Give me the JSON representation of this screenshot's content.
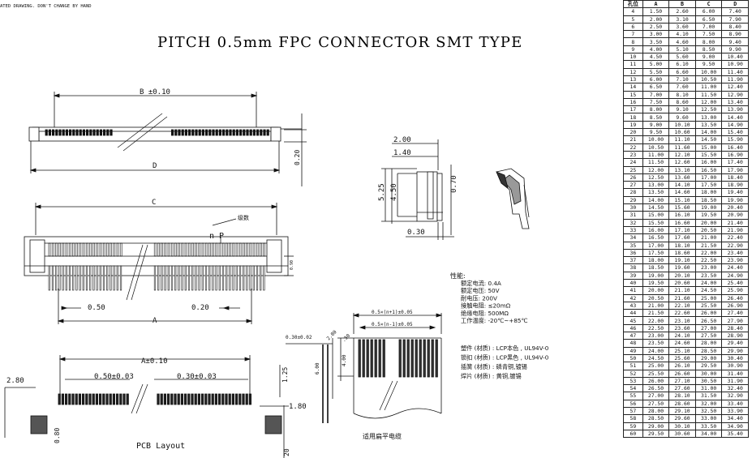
{
  "header": {
    "corner_note": "ATED DRAWING. DON'T CHANGE BY HAND",
    "title": "PITCH 0.5mm FPC CONNECTOR SMT TYPE"
  },
  "top_view": {
    "dim_b": "B ±0.10",
    "dim_d": "D",
    "dim_height": "0.20"
  },
  "front_view": {
    "dim_c": "C",
    "dim_np": "n P",
    "label_count": "级数",
    "dim_a": "A",
    "dim_050": "0.50",
    "dim_020": "0.20",
    "dim_side": "0.90"
  },
  "pcb_layout": {
    "dim_a": "A±0.10",
    "dim_pitch": "0.50±0.03",
    "dim_pad": "0.30±0.03",
    "dim_280": "2.80",
    "dim_125": "1.25",
    "dim_180": "1.80",
    "dim_080": "0.80",
    "dim_20": "20",
    "caption": "PCB Layout"
  },
  "side_view": {
    "dim_200": "2.00",
    "dim_140": "1.40",
    "dim_525": "5.25",
    "dim_450": "4.50",
    "dim_070": "0.70",
    "dim_030": "0.30"
  },
  "specs": {
    "heading": "性能:",
    "lines": [
      "额定电流: 0.4A",
      "额定电压: 50V",
      "耐电压: 200V",
      "接触电阻: ≤20mΩ",
      "绝缘电阻: 500MΩ",
      "工作温度: -20℃~+85℃"
    ],
    "materials": [
      "塑件 (材质) : LCP本色 , UL94V-0",
      "锁扣 (材质) : LCP黑色 , UL94V-0",
      "插簧 (材质) : 磷青铜,镀锡",
      "焊片 (材质) : 黄铜,镀锡"
    ]
  },
  "fpc": {
    "dim_top": "0.5×(n+1)±0.05",
    "dim_mid": "0.5×(n-1)±0.05",
    "dim_030": "0.30±0.02",
    "dim_280": "2.80",
    "dim_30": ".30",
    "dim_400": "4.00",
    "dim_600": "6.00",
    "caption": "适用扁平电缆"
  },
  "table": {
    "headers": [
      "孔位",
      "A",
      "B",
      "C",
      "D"
    ],
    "rows": [
      [
        "4",
        "1.50",
        "2.60",
        "6.00",
        "7.40"
      ],
      [
        "5",
        "2.00",
        "3.10",
        "6.50",
        "7.90"
      ],
      [
        "6",
        "2.50",
        "3.60",
        "7.00",
        "8.40"
      ],
      [
        "7",
        "3.00",
        "4.10",
        "7.50",
        "8.90"
      ],
      [
        "8",
        "3.50",
        "4.60",
        "8.00",
        "9.40"
      ],
      [
        "9",
        "4.00",
        "5.10",
        "8.50",
        "9.90"
      ],
      [
        "10",
        "4.50",
        "5.60",
        "9.00",
        "10.40"
      ],
      [
        "11",
        "5.00",
        "6.10",
        "9.50",
        "10.90"
      ],
      [
        "12",
        "5.50",
        "6.60",
        "10.00",
        "11.40"
      ],
      [
        "13",
        "6.00",
        "7.10",
        "10.50",
        "11.90"
      ],
      [
        "14",
        "6.50",
        "7.60",
        "11.00",
        "12.40"
      ],
      [
        "15",
        "7.00",
        "8.10",
        "11.50",
        "12.90"
      ],
      [
        "16",
        "7.50",
        "8.60",
        "12.00",
        "13.40"
      ],
      [
        "17",
        "8.00",
        "9.10",
        "12.50",
        "13.90"
      ],
      [
        "18",
        "8.50",
        "9.60",
        "13.00",
        "14.40"
      ],
      [
        "19",
        "9.00",
        "10.10",
        "13.50",
        "14.90"
      ],
      [
        "20",
        "9.50",
        "10.60",
        "14.00",
        "15.40"
      ],
      [
        "21",
        "10.00",
        "11.10",
        "14.50",
        "15.90"
      ],
      [
        "22",
        "10.50",
        "11.60",
        "15.00",
        "16.40"
      ],
      [
        "23",
        "11.00",
        "12.10",
        "15.50",
        "16.90"
      ],
      [
        "24",
        "11.50",
        "12.60",
        "16.00",
        "17.40"
      ],
      [
        "25",
        "12.00",
        "13.10",
        "16.50",
        "17.90"
      ],
      [
        "26",
        "12.50",
        "13.60",
        "17.00",
        "18.40"
      ],
      [
        "27",
        "13.00",
        "14.10",
        "17.50",
        "18.90"
      ],
      [
        "28",
        "13.50",
        "14.60",
        "18.00",
        "19.40"
      ],
      [
        "29",
        "14.00",
        "15.10",
        "18.50",
        "19.90"
      ],
      [
        "30",
        "14.50",
        "15.60",
        "19.00",
        "20.40"
      ],
      [
        "31",
        "15.00",
        "16.10",
        "19.50",
        "20.90"
      ],
      [
        "32",
        "15.50",
        "16.60",
        "20.00",
        "21.40"
      ],
      [
        "33",
        "16.00",
        "17.10",
        "20.50",
        "21.90"
      ],
      [
        "34",
        "16.50",
        "17.60",
        "21.00",
        "22.40"
      ],
      [
        "35",
        "17.00",
        "18.10",
        "21.50",
        "22.90"
      ],
      [
        "36",
        "17.50",
        "18.60",
        "22.00",
        "23.40"
      ],
      [
        "37",
        "18.00",
        "19.10",
        "22.50",
        "23.90"
      ],
      [
        "38",
        "18.50",
        "19.60",
        "23.00",
        "24.40"
      ],
      [
        "39",
        "19.00",
        "20.10",
        "23.50",
        "24.90"
      ],
      [
        "40",
        "19.50",
        "20.60",
        "24.00",
        "25.40"
      ],
      [
        "41",
        "20.00",
        "21.10",
        "24.50",
        "25.90"
      ],
      [
        "42",
        "20.50",
        "21.60",
        "25.00",
        "26.40"
      ],
      [
        "43",
        "21.00",
        "22.10",
        "25.50",
        "26.90"
      ],
      [
        "44",
        "21.50",
        "22.60",
        "26.00",
        "27.40"
      ],
      [
        "45",
        "22.00",
        "23.10",
        "26.50",
        "27.90"
      ],
      [
        "46",
        "22.50",
        "23.60",
        "27.00",
        "28.40"
      ],
      [
        "47",
        "23.00",
        "24.10",
        "27.50",
        "28.90"
      ],
      [
        "48",
        "23.50",
        "24.60",
        "28.00",
        "29.40"
      ],
      [
        "49",
        "24.00",
        "25.10",
        "28.50",
        "29.90"
      ],
      [
        "50",
        "24.50",
        "25.60",
        "29.00",
        "30.40"
      ],
      [
        "51",
        "25.00",
        "26.10",
        "29.50",
        "30.90"
      ],
      [
        "52",
        "25.50",
        "26.60",
        "30.00",
        "31.40"
      ],
      [
        "53",
        "26.00",
        "27.10",
        "30.50",
        "31.90"
      ],
      [
        "54",
        "26.50",
        "27.60",
        "31.00",
        "32.40"
      ],
      [
        "55",
        "27.00",
        "28.10",
        "31.50",
        "32.90"
      ],
      [
        "56",
        "27.50",
        "28.60",
        "32.00",
        "33.40"
      ],
      [
        "57",
        "28.00",
        "29.10",
        "32.50",
        "33.90"
      ],
      [
        "58",
        "28.50",
        "29.60",
        "33.00",
        "34.40"
      ],
      [
        "59",
        "29.00",
        "30.10",
        "33.50",
        "34.90"
      ],
      [
        "60",
        "29.50",
        "30.60",
        "34.00",
        "35.40"
      ]
    ]
  }
}
